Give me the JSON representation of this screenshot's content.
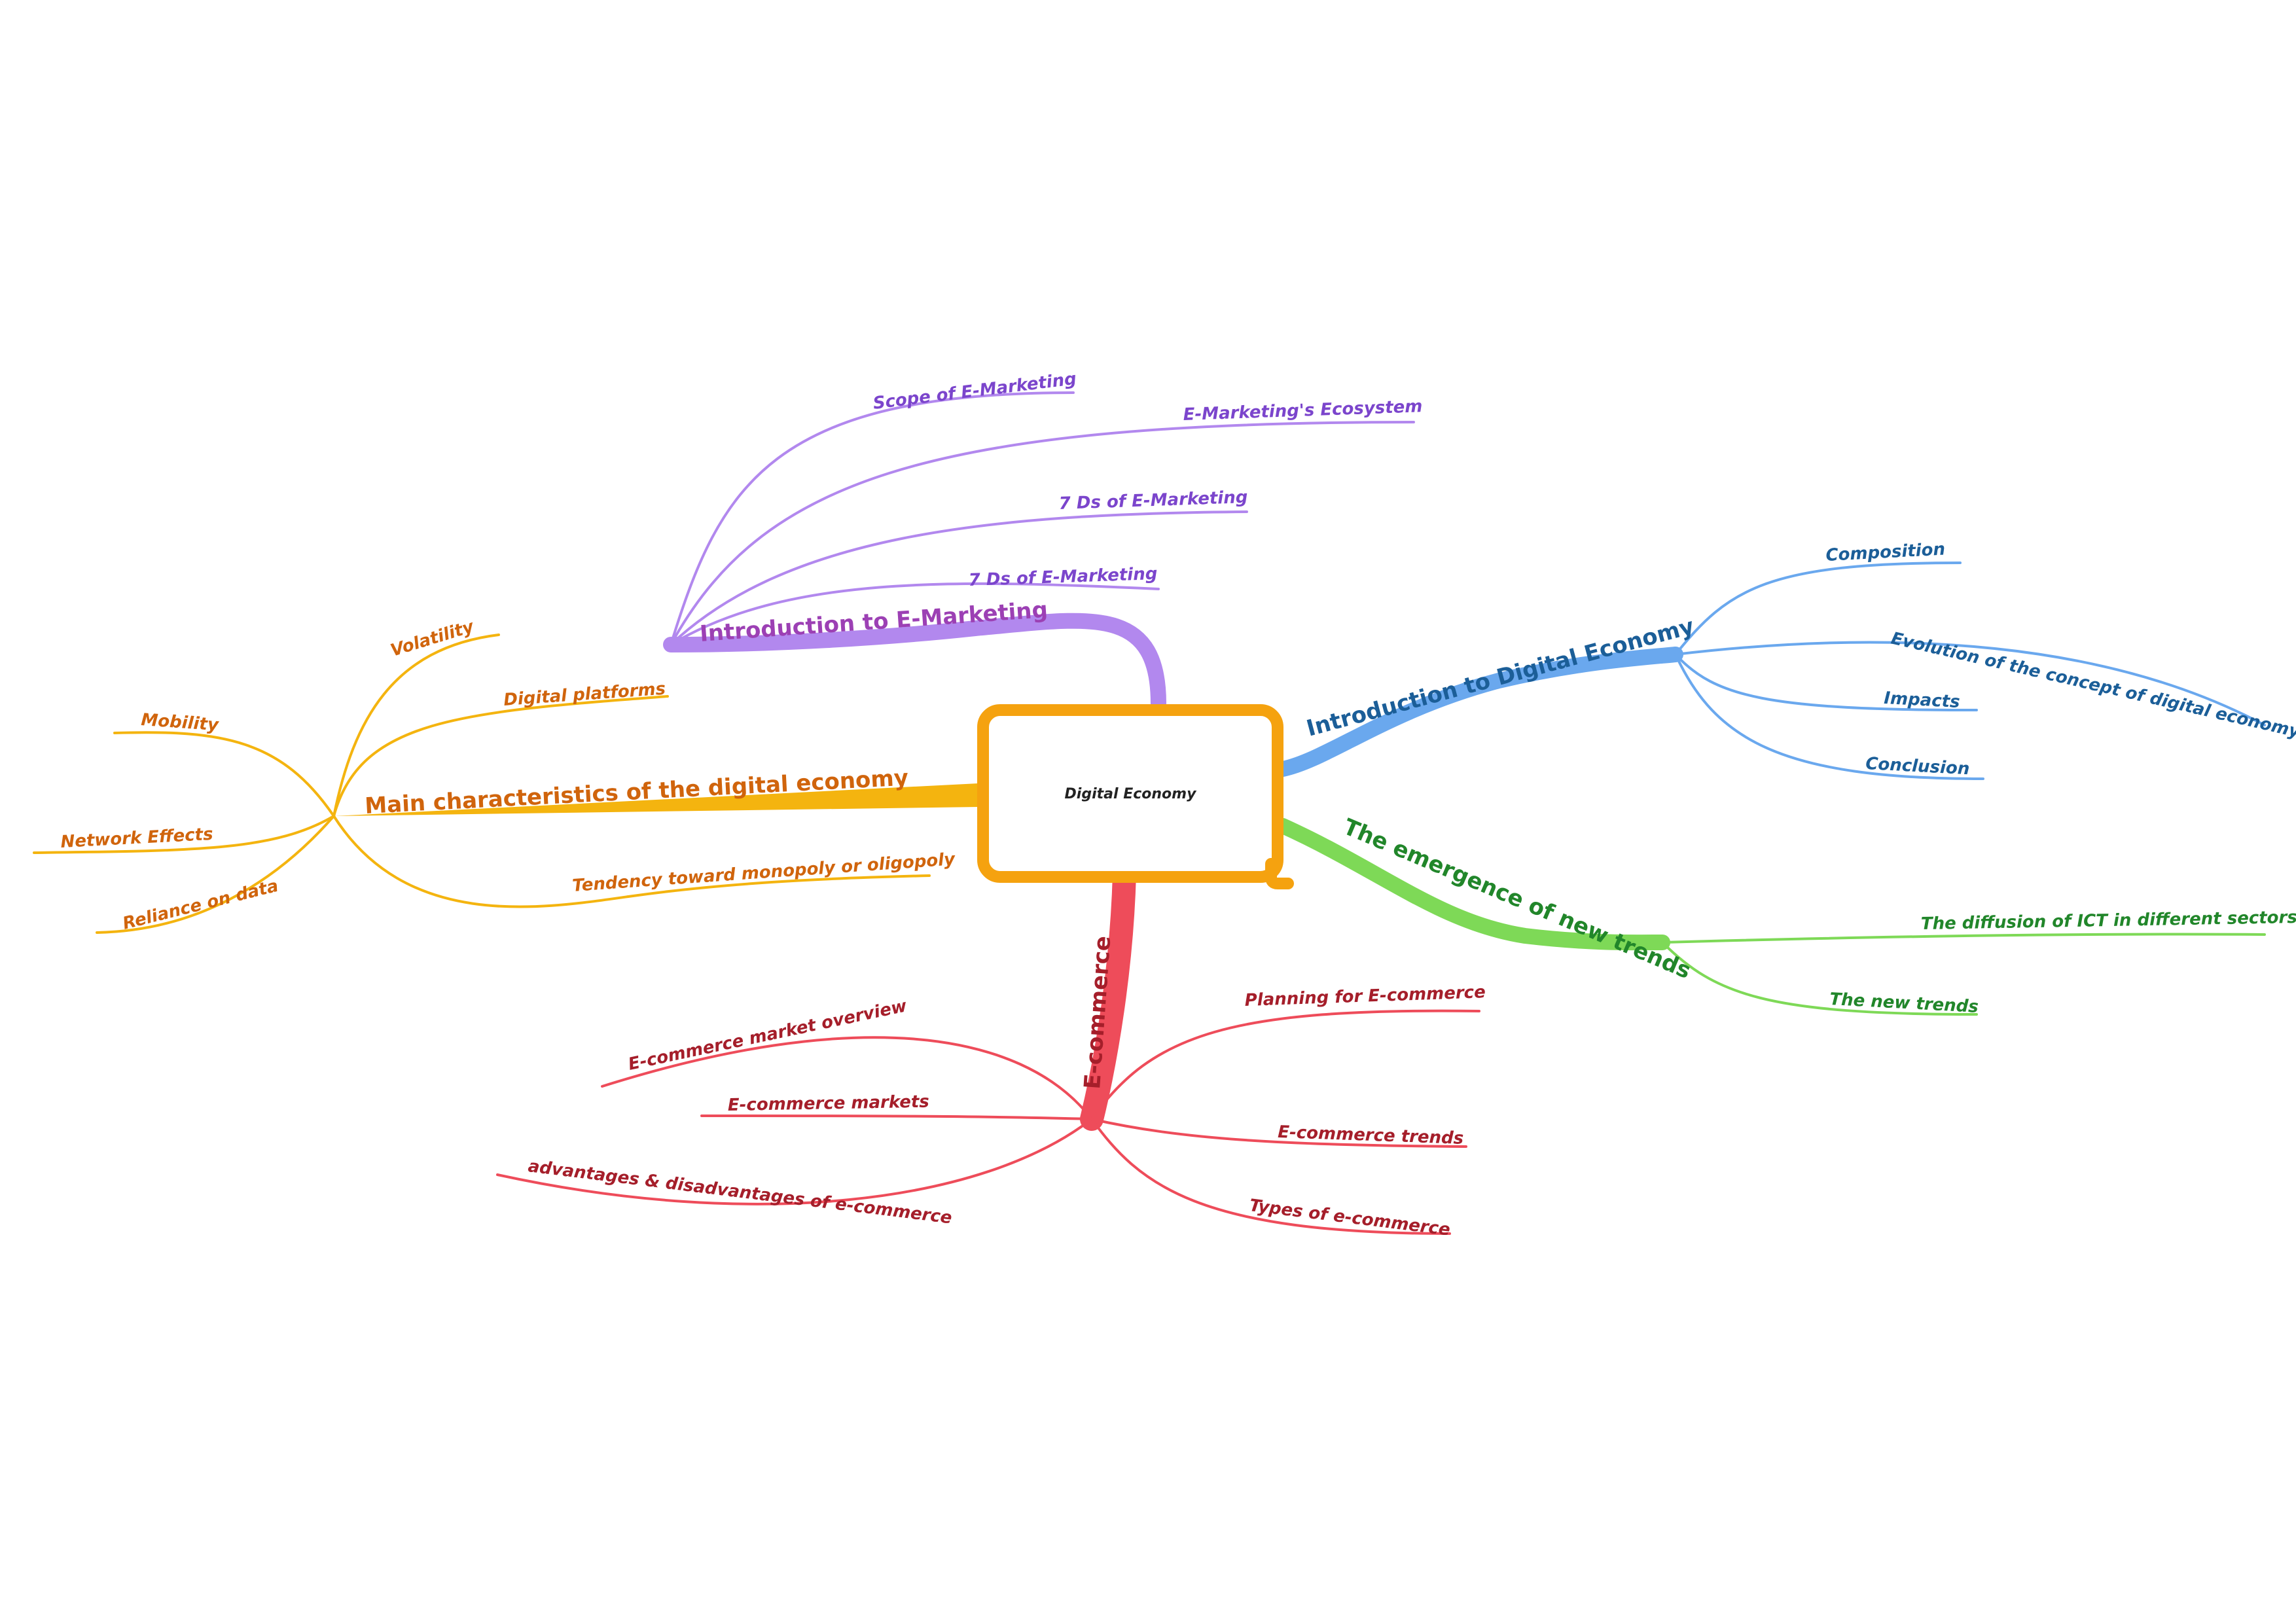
{
  "colors": {
    "center": "#f5a20f",
    "purple": "#b288ee",
    "purple_text": "#9c40b4",
    "purple_sub_text": "#7b45cc",
    "blue": "#6aa8ee",
    "blue_text": "#1b5e98",
    "green": "#7ed957",
    "green_text": "#21862a",
    "red": "#ee4c5a",
    "red_text": "#a51e2a",
    "orange": "#f4b40f",
    "orange_text": "#d0640c"
  },
  "central": {
    "label": "Digital Economy"
  },
  "branches": {
    "marketing": {
      "label": "Introduction to E-Marketing",
      "items": [
        "Scope of E-Marketing",
        "E-Marketing's Ecosystem",
        "7 Ds of E-Marketing",
        "7 Ds of E-Marketing"
      ]
    },
    "digital": {
      "label": "Introduction to Digital Economy",
      "items": [
        "Composition",
        "Evolution of the concept of digital economy",
        "Impacts",
        "Conclusion"
      ]
    },
    "trends": {
      "label": "The emergence of new trends",
      "items": [
        "The diffusion of ICT in different sectors",
        "The new trends"
      ]
    },
    "ecommerce": {
      "label": "E-commerce",
      "items": [
        "E-commerce market overview",
        "E-commerce markets",
        "advantages & disadvantages of e-commerce",
        "Planning for E-commerce",
        "E-commerce trends",
        "Types of e-commerce"
      ]
    },
    "characteristics": {
      "label": "Main characteristics of the digital economy",
      "items": [
        "Volatility",
        "Digital platforms",
        "Mobility",
        "Network Effects",
        "Reliance on data",
        "Tendency toward monopoly or oligopoly"
      ]
    }
  }
}
